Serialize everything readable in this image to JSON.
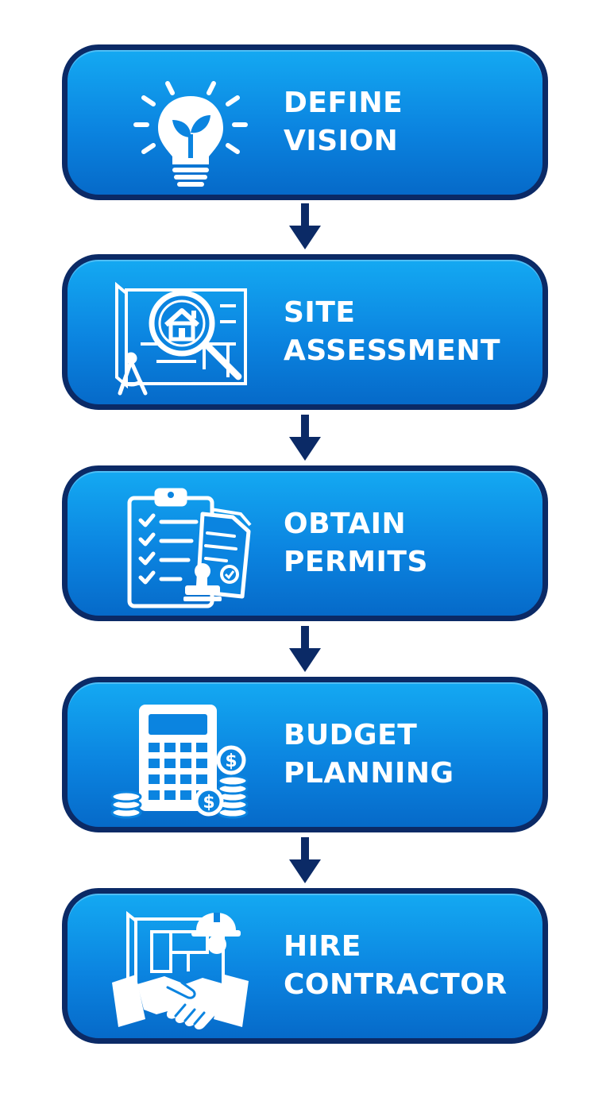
{
  "steps": [
    {
      "line1": "DEFINE",
      "line2": "VISION",
      "icon": "lightbulb-sprout-icon"
    },
    {
      "line1": "SITE",
      "line2": "ASSESSMENT",
      "icon": "blueprint-magnifier-house-icon"
    },
    {
      "line1": "OBTAIN",
      "line2": "PERMITS",
      "icon": "clipboard-checklist-stamp-icon"
    },
    {
      "line1": "BUDGET",
      "line2": "PLANNING",
      "icon": "calculator-coins-icon"
    },
    {
      "line1": "HIRE",
      "line2": "CONTRACTOR",
      "icon": "handshake-blueprint-hardhat-icon"
    }
  ],
  "colors": {
    "box_fill_top": "#14a9f2",
    "box_fill_bottom": "#066ac9",
    "border": "#0b2a66",
    "text": "#ffffff",
    "arrow": "#0b2a66"
  }
}
